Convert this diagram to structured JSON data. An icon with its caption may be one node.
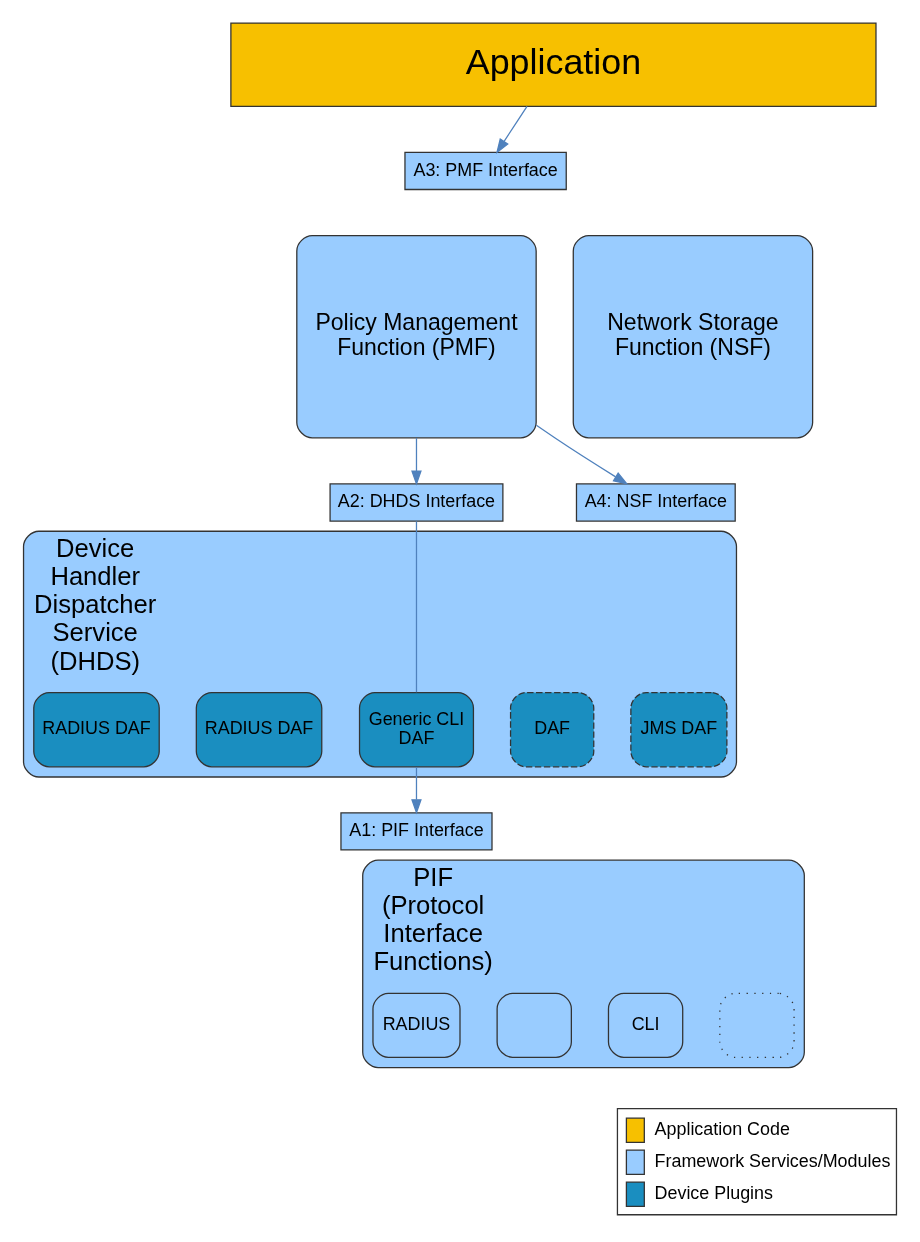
{
  "diagram": {
    "nodes": [
      {
        "text": [
          "Application"
        ]
      },
      {
        "text": [
          "A3: PMF Interface"
        ]
      },
      {
        "text": [
          "Policy Management Function (PMF)"
        ]
      },
      {
        "text": [
          "Network Storage Function (NSF)"
        ]
      },
      {
        "text": [
          "A4: NSF Interface"
        ]
      },
      {
        "text": [
          "A2: DHDS Interface"
        ]
      },
      {
        "text": [
          "Device Handler Dispatcher Service (DHDS)"
        ]
      },
      {
        "text": [
          "RADIUS DAF"
        ],
        "in": 6
      },
      {
        "text": [
          "RADIUS DAF"
        ],
        "in": 6
      },
      {
        "text": [
          "Generic CLI DAF"
        ],
        "in": 6
      },
      {
        "text": [
          "DAF"
        ],
        "in": 6
      },
      {
        "text": [
          "JMS DAF"
        ],
        "in": 6
      },
      {
        "text": [
          "A1: PIF Interface"
        ]
      },
      {
        "text": [
          "PIF (Protocol Interface Functions)"
        ]
      },
      {
        "text": [
          "RADIUS"
        ],
        "in": 13
      },
      {
        "text": [],
        "shape": "box",
        "in": 13
      },
      {
        "text": [
          "CLI"
        ],
        "in": 13
      },
      {
        "text": [],
        "shape": "box",
        "in": 13
      }
    ],
    "edges": [
      {
        "from": 0,
        "to": 1,
        "arrow": "to"
      },
      {
        "from": 2,
        "to": 5,
        "arrow": "to"
      },
      {
        "from": 2,
        "to": 4,
        "arrow": "to"
      },
      {
        "from": 5,
        "to": 9,
        "arrow": "none"
      },
      {
        "from": 9,
        "to": 12,
        "arrow": "to"
      }
    ],
    "legend": [
      {
        "text": "Application Code",
        "color": "#f7c000"
      },
      {
        "text": "Framework Services/Modules",
        "color": "#99ccff"
      },
      {
        "text": "Device Plugins",
        "color": "#1a8ec0"
      }
    ]
  }
}
